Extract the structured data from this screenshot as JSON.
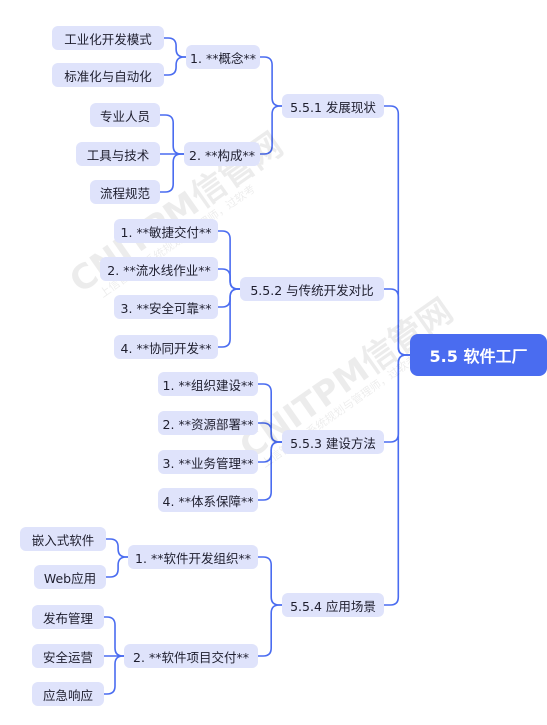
{
  "root": "5.5 软件工厂",
  "sections": [
    {
      "label": "5.5.1 发展现状",
      "groups": [
        {
          "label": "1. **概念**",
          "leaves": [
            "工业化开发模式",
            "标准化与自动化"
          ]
        },
        {
          "label": "2. **构成**",
          "leaves": [
            "专业人员",
            "工具与技术",
            "流程规范"
          ]
        }
      ]
    },
    {
      "label": "5.5.2 与传统开发对比",
      "items": [
        "1. **敏捷交付**",
        "2. **流水线作业**",
        "3. **安全可靠**",
        "4. **协同开发**"
      ]
    },
    {
      "label": "5.5.3 建设方法",
      "items": [
        "1. **组织建设**",
        "2. **资源部署**",
        "3. **业务管理**",
        "4. **体系保障**"
      ]
    },
    {
      "label": "5.5.4 应用场景",
      "groups": [
        {
          "label": "1. **软件开发组织**",
          "leaves": [
            "嵌入式软件",
            "Web应用"
          ]
        },
        {
          "label": "2. **软件项目交付**",
          "leaves": [
            "发布管理",
            "安全运营",
            "应急响应"
          ]
        }
      ]
    }
  ],
  "watermark": {
    "brand": "CNITPM信管网",
    "tagline": "上信管网学系统规划与管理师，过软考"
  },
  "colors": {
    "root": "#4a6cf0",
    "node": "#dfe3fb",
    "connector": "#4a6cf0"
  }
}
